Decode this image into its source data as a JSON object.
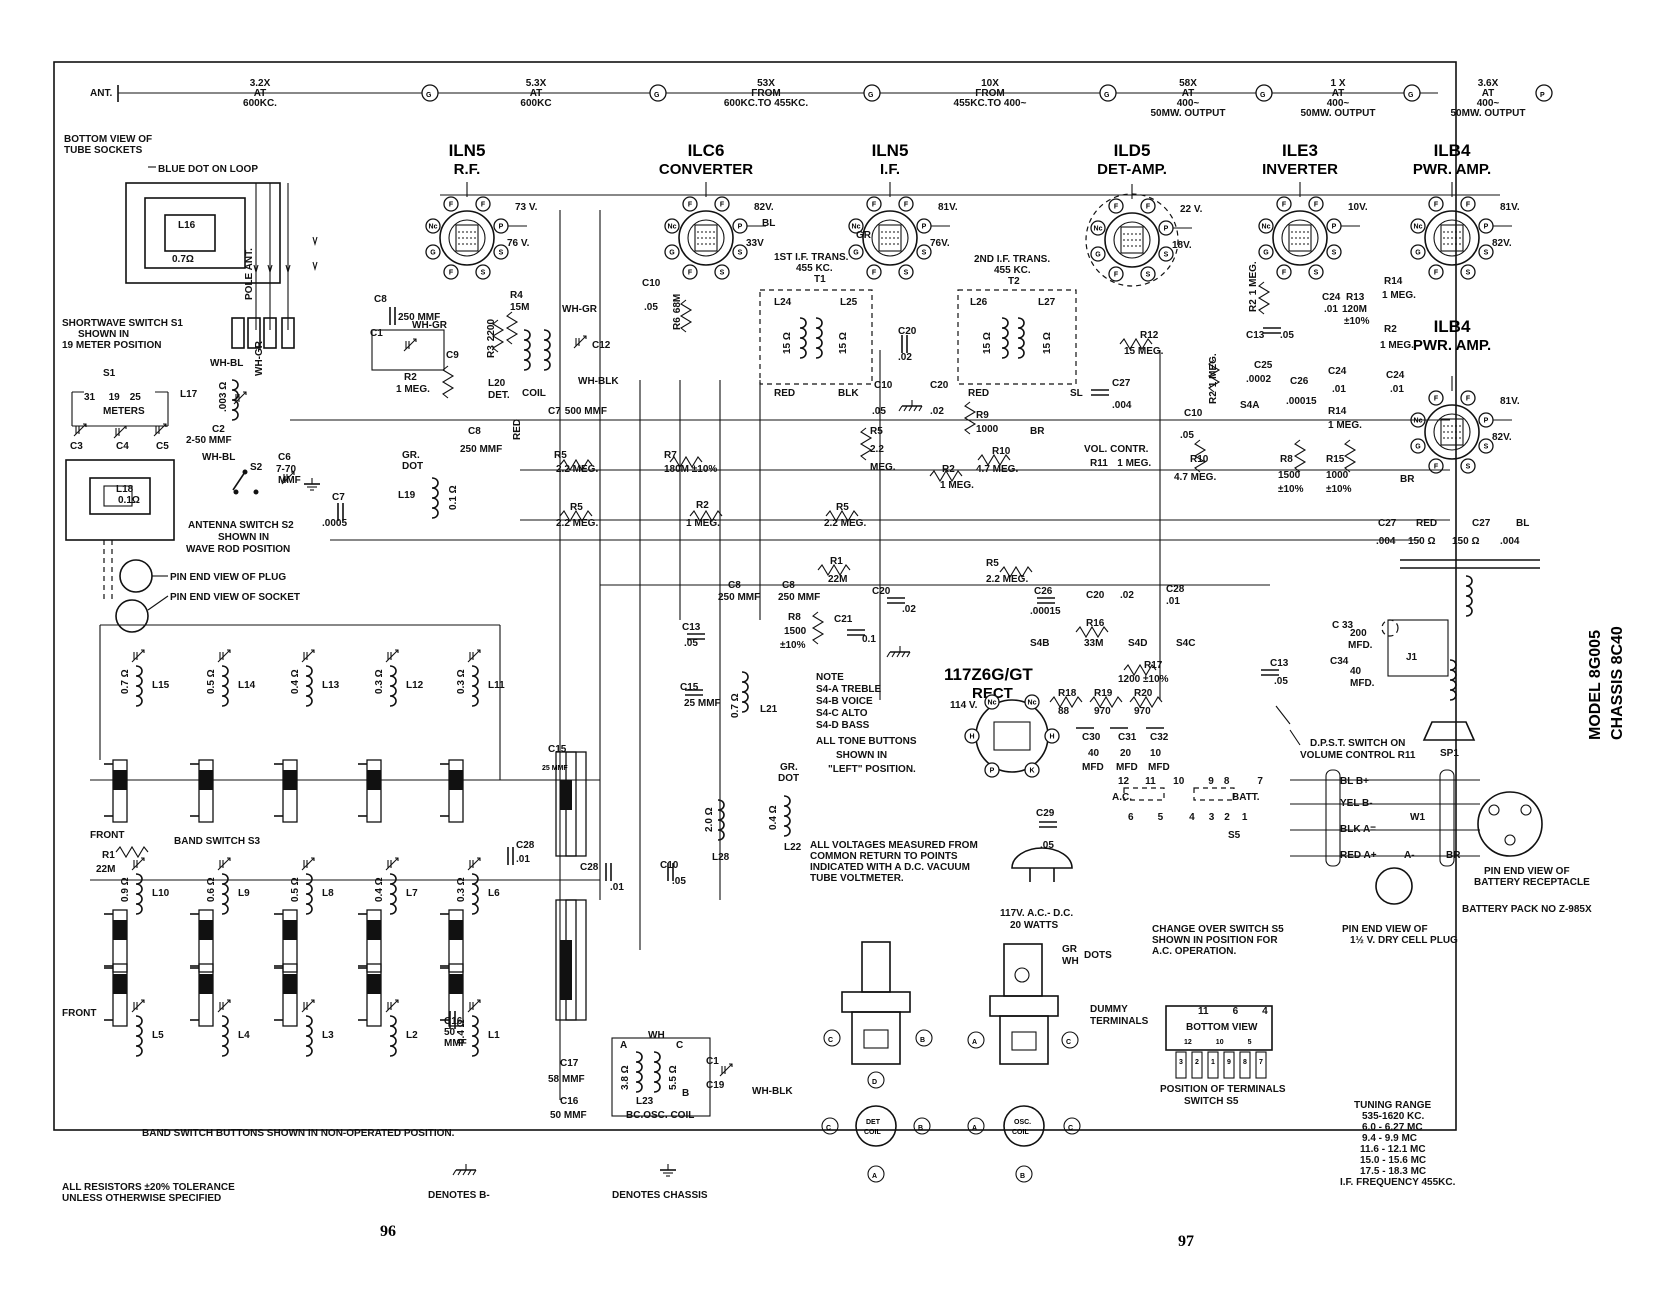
{
  "signal_chain": {
    "start": "ANT.",
    "end": "P",
    "node": "G",
    "stages": [
      [
        "3.2X",
        "AT",
        "600KC."
      ],
      [
        "5.3X",
        "AT",
        "600KC"
      ],
      [
        "53X",
        "FROM",
        "600KC.TO 455KC."
      ],
      [
        "10X",
        "FROM",
        "455KC.TO 400~"
      ],
      [
        "58X",
        "AT",
        "400~",
        "50MW. OUTPUT"
      ],
      [
        "1 X",
        "AT",
        "400~",
        "50MW. OUTPUT"
      ],
      [
        "3.6X",
        "AT",
        "400~",
        "50MW. OUTPUT"
      ]
    ]
  },
  "tubes": [
    {
      "type": "ILN5",
      "role": "R.F.",
      "v1": "73 V.",
      "v2": "76 V."
    },
    {
      "type": "ILC6",
      "role": "CONVERTER",
      "v1": "82V.",
      "v2": "33V"
    },
    {
      "type": "ILN5",
      "role": "I.F.",
      "v1": "81V.",
      "v2": "76V."
    },
    {
      "type": "ILD5",
      "role": "DET-AMP.",
      "v1": "22 V.",
      "v2": "18V."
    },
    {
      "type": "ILE3",
      "role": "INVERTER",
      "v1": "10V."
    },
    {
      "type": "ILB4",
      "role": "PWR. AMP.",
      "v1": "81V.",
      "v2": "82V."
    },
    {
      "type": "ILB4",
      "role": "PWR. AMP.",
      "v1": "81V.",
      "v2": "82V."
    }
  ],
  "rectifier": {
    "type": "117Z6G/GT",
    "role": "RECT",
    "voltage": "114 V."
  },
  "pins": {
    "F": "F",
    "NC": "Nc",
    "G": "G",
    "P": "P",
    "S": "S",
    "K": "K",
    "H": "H"
  },
  "labels": {
    "bottom_view": [
      "BOTTOM VIEW OF",
      "TUBE SOCKETS"
    ],
    "blue_dot": "BLUE DOT ON LOOP",
    "l16": "L16",
    "l16_val": "0.7Ω",
    "pole_ant": "POLE ANT.",
    "shortwave": [
      "SHORTWAVE SWITCH S1",
      "SHOWN IN",
      "19 METER POSITION"
    ],
    "s1": "S1",
    "meters": "METERS",
    "meter_vals": [
      "31",
      "19",
      "25"
    ],
    "c3": "C3",
    "c4": "C4",
    "c5": "C5",
    "l17": "L17",
    "l17_val": ".003 Ω",
    "c2": [
      "C2",
      "2-50 MMF"
    ],
    "wh_bl": "WH-BL",
    "wh_gr": "WH-GR",
    "s2": "S2",
    "c6": [
      "C6",
      "7-70",
      "MMF"
    ],
    "l18": "L18",
    "l18_val": "0.1Ω",
    "antenna_switch": [
      "ANTENNA SWITCH S2",
      "SHOWN IN",
      "WAVE ROD POSITION"
    ],
    "c7": [
      "C7",
      ".0005"
    ],
    "pin_plug": "PIN END VIEW OF PLUG",
    "pin_socket": "PIN END VIEW OF SOCKET",
    "c8": [
      "C8",
      "250 MMF"
    ],
    "c1": "C1",
    "c9": "C9",
    "r2_1meg": [
      "R2",
      "1 MEG."
    ],
    "r3": [
      "R3",
      "2200"
    ],
    "r4": [
      "R4",
      "15M"
    ],
    "l20": [
      "L20",
      "DET."
    ],
    "coil": "COIL",
    "c12": "C12",
    "wh_blk": "WH-BLK",
    "c7_500": [
      "C7",
      "500 MMF"
    ],
    "c8_250": [
      "C8",
      "250 MMF"
    ],
    "red": "RED",
    "gr_dot": [
      "GR.",
      "DOT"
    ],
    "l19": "L19",
    "l19_val": "0.1 Ω",
    "c10_05": [
      "C10",
      ".05"
    ],
    "r6": [
      "R6",
      "68M"
    ],
    "bl": "BL",
    "gr": "GR",
    "if1": [
      "1ST I.F. TRANS.",
      "455 KC.",
      "T1"
    ],
    "if2": [
      "2ND I.F. TRANS.",
      "455 KC.",
      "T2"
    ],
    "l24": "L24",
    "l25": "L25",
    "l26": "L26",
    "l27": "L27",
    "ohm15": "15 Ω",
    "blk": "BLK",
    "sl": "SL",
    "br": "BR",
    "c20_02": [
      "C20",
      ".02"
    ],
    "r9": [
      "R9",
      "1000"
    ],
    "r5_22meg": [
      "R5",
      "2.2 MEG."
    ],
    "r7": [
      "R7",
      "180M ±10%"
    ],
    "r5_22": [
      "R5",
      "2.2",
      "MEG."
    ],
    "r2_meg": [
      "R2",
      "1 MEG."
    ],
    "r10": [
      "R10",
      "4.7 MEG."
    ],
    "r11": [
      "VOL. CONTR.",
      "R11",
      "1 MEG."
    ],
    "r12": [
      "R12",
      "15 MEG."
    ],
    "c27": [
      "C27",
      ".004"
    ],
    "r13": [
      "R13",
      "120M",
      "±10%"
    ],
    "c24": [
      "C24",
      ".01"
    ],
    "c13": [
      "C13",
      ".05"
    ],
    "c25": [
      "C25",
      ".0002"
    ],
    "c26": [
      "C26",
      ".00015"
    ],
    "s4a": "S4A",
    "r14": [
      "R14",
      "1 MEG."
    ],
    "r8": [
      "R8",
      "1500",
      "±10%"
    ],
    "r15": [
      "R15",
      "1000",
      "±10%"
    ],
    "r1": [
      "R1",
      "22M"
    ],
    "c21": [
      "C21",
      "0.1"
    ],
    "c20_02b": [
      "C20",
      ".02"
    ],
    "r8b": [
      "R8",
      "1500",
      "±10%"
    ],
    "c15": [
      "C15",
      "25 MMF"
    ],
    "l21": [
      "L21",
      "0.7 Ω"
    ],
    "l22": "L22",
    "l28": [
      "L28",
      "2.0 Ω"
    ],
    "note": [
      "NOTE",
      "S4-A TREBLE",
      "S4-B VOICE",
      "S4-C ALTO",
      "S4-D BASS"
    ],
    "tone_buttons": [
      "ALL TONE BUTTONS",
      "SHOWN IN",
      "\"LEFT\" POSITION."
    ],
    "c26b": [
      "C26",
      ".00015"
    ],
    "r16": [
      "R16",
      "33M"
    ],
    "s4b": "S4B",
    "s4d": "S4D",
    "s4c": "S4C",
    "c28": [
      "C28",
      ".01"
    ],
    "r17": [
      "R17",
      "1200 ±10%"
    ],
    "r18": [
      "R18",
      "88"
    ],
    "r19": [
      "R19",
      "970"
    ],
    "r20": [
      "R20",
      "970"
    ],
    "c30": [
      "C30",
      "40",
      "MFD"
    ],
    "c31": [
      "C31",
      "20",
      "MFD"
    ],
    "c32": [
      "C32",
      "10",
      "MFD"
    ],
    "c33": [
      "C 33",
      "200",
      "MFD."
    ],
    "c34": [
      "C34",
      "40",
      "MFD."
    ],
    "j1": "J1",
    "sp1": "SP1",
    "dpst": [
      "D.P.S.T. SWITCH ON",
      "VOLUME CONTROL R11"
    ],
    "ac": "A.C.",
    "batt": "BATT.",
    "s5": "S5",
    "s5_nums": [
      "12",
      "11",
      "10",
      "9",
      "8",
      "7",
      "6",
      "5",
      "4",
      "3",
      "2",
      "1"
    ],
    "cable": [
      "BL  B+",
      "YEL  B-",
      "BLK  A=",
      "RED  A+",
      "A-",
      "BR"
    ],
    "w1": "W1",
    "battery_receptacle": [
      "PIN END VIEW OF",
      "BATTERY RECEPTACLE"
    ],
    "battery_pack": "BATTERY PACK NO Z-985X",
    "dry_cell": [
      "PIN END VIEW OF",
      "1½ V. DRY CELL PLUG"
    ],
    "c29": [
      "C29",
      ".05"
    ],
    "plug": [
      "117V. A.C.- D.C.",
      "20 WATTS"
    ],
    "voltages_note": [
      "ALL VOLTAGES MEASURED FROM",
      "COMMON RETURN TO POINTS",
      "INDICATED WITH A D.C. VACUUM",
      "TUBE VOLTMETER."
    ],
    "changeover": [
      "CHANGE OVER SWITCH S5",
      "SHOWN IN POSITION FOR",
      "A.C. OPERATION."
    ],
    "dots": [
      "GR",
      "WH",
      "DOTS"
    ],
    "dummy": [
      "DUMMY",
      "TERMINALS"
    ],
    "bottom_view_s5": "BOTTOM VIEW",
    "s5_top": [
      "11",
      "6",
      "4"
    ],
    "s5_bottom": [
      "12",
      "10",
      "5"
    ],
    "s5_row": [
      "3",
      "2",
      "1",
      "9",
      "8",
      "7"
    ],
    "position_terms": [
      "POSITION OF TERMINALS",
      "SWITCH S5"
    ],
    "abcd": [
      "A",
      "B",
      "C",
      "D"
    ],
    "det_coil": [
      "DET",
      "COIL"
    ],
    "osc_coil_badge": [
      "OSC.",
      "COIL"
    ],
    "tuning": [
      "TUNING RANGE",
      "535-1620 KC.",
      "6.0 - 6.27 MC",
      "9.4 - 9.9 MC",
      "11.6 - 12.1 MC",
      "15.0 - 15.6 MC",
      "17.5 - 18.3 MC",
      "I.F. FREQUENCY 455KC."
    ],
    "band_switch": "BAND SWITCH S3",
    "front": "FRONT",
    "r1_22m": [
      "R1",
      "22M"
    ],
    "coils_top": [
      [
        "L15",
        "0.7 Ω"
      ],
      [
        "L14",
        "0.5 Ω"
      ],
      [
        "L13",
        "0.4 Ω"
      ],
      [
        "L12",
        "0.3 Ω"
      ],
      [
        "L11",
        "0.3 Ω"
      ]
    ],
    "coils_mid": [
      [
        "L10",
        "0.9 Ω"
      ],
      [
        "L9",
        "0.6 Ω"
      ],
      [
        "L8",
        "0.5 Ω"
      ],
      [
        "L7",
        "0.4 Ω"
      ],
      [
        "L6",
        "0.3 Ω"
      ]
    ],
    "coils_bottom": [
      [
        "L5",
        ""
      ],
      [
        "L4",
        ""
      ],
      [
        "L3",
        ""
      ],
      [
        "L2",
        ""
      ],
      [
        "L1",
        "0.4 Ω"
      ]
    ],
    "c28_01": [
      "C28",
      ".01"
    ],
    "c10_05b": [
      "C10",
      ".05"
    ],
    "c16": [
      "C16",
      "50",
      "MMF"
    ],
    "c17": [
      "C17",
      "58 MMF"
    ],
    "c16b": [
      "C16",
      "50 MMF"
    ],
    "l23": "L23",
    "osc_coil": "BC.OSC. COIL",
    "c19": "C19",
    "ohm38": "3.8 Ω",
    "ohm55": "5.5 Ω",
    "band_buttons": "BAND SWITCH BUTTONS SHOWN IN NON-OPERATED POSITION.",
    "tolerance": [
      "ALL RESISTORS ±20% TOLERANCE",
      "UNLESS OTHERWISE SPECIFIED"
    ],
    "denotes_b": "DENOTES B-",
    "denotes_chassis": "DENOTES CHASSIS"
  },
  "model": {
    "line1": "MODEL 8G005",
    "line2": "CHASSIS 8C40"
  },
  "pages": {
    "left": "96",
    "right": "97"
  }
}
